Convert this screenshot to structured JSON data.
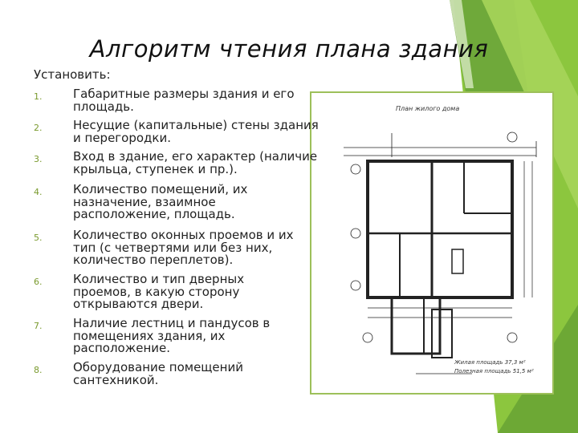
{
  "slide": {
    "title": "Алгоритм чтения плана здания",
    "intro": "Установить:",
    "items": [
      {
        "num": "1.",
        "text": "Габаритные размеры здания и его площадь."
      },
      {
        "num": "2.",
        "text": "Несущие (капитальные) стены здания и перегородки."
      },
      {
        "num": "3.",
        "text": "Вход в здание, его характер (наличие крыльца, ступенек и пр.)."
      },
      {
        "num": "4.",
        "text": "Количество помещений, их назначение, взаимное расположение, площадь."
      },
      {
        "num": "5.",
        "text": "Количество оконных проемов и их тип (с четвертями или без них, количество переплетов)."
      },
      {
        "num": "6.",
        "text": "Количество и тип дверных проемов, в какую сторону открываются двери."
      },
      {
        "num": "7.",
        "text": "Наличие лестниц и пандусов в помещениях здания, их расположение."
      },
      {
        "num": "8.",
        "text": "Оборудование помещений сантехникой."
      }
    ]
  },
  "figure": {
    "caption": "План жилого дома",
    "note_1": "Жилая площадь 37,3 м²",
    "note_2": "Полезная площадь 51,5 м²"
  },
  "colors": {
    "accent": "#8dc63f",
    "accent_dark": "#5f8f2a",
    "number": "#7a9a2e"
  }
}
